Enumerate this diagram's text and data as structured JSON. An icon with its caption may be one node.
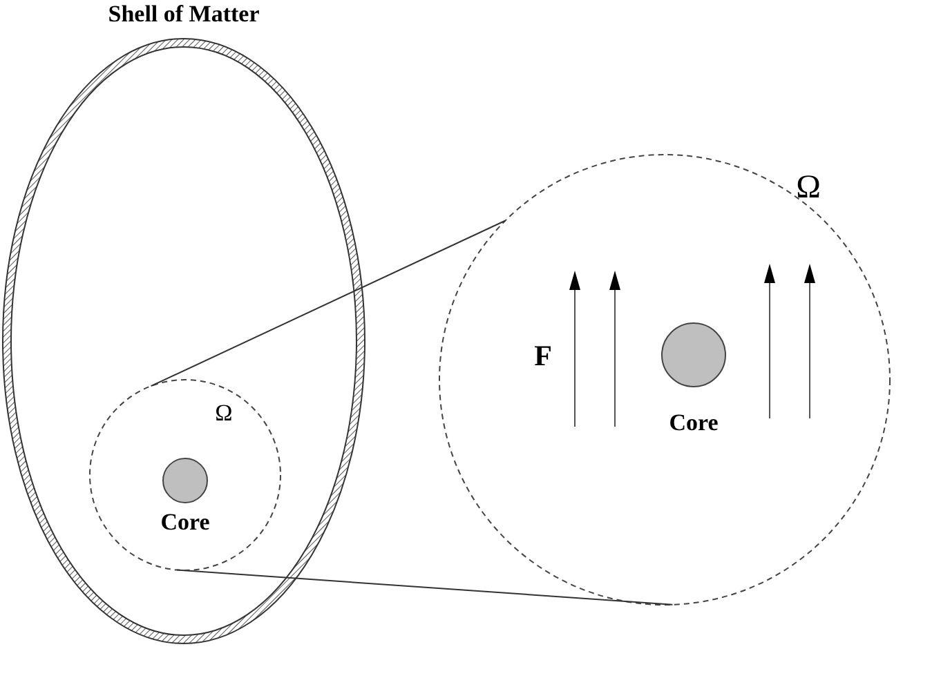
{
  "diagram": {
    "nodes": [
      {
        "text": [
          "Shell of Matter"
        ]
      },
      {
        "text": [
          "Ω"
        ],
        "in": 0
      },
      {
        "text": [
          "Core"
        ],
        "in": 1
      },
      {
        "text": [
          "Ω"
        ]
      },
      {
        "text": [
          "Core"
        ],
        "in": 3
      }
    ],
    "edges": [
      {
        "from": 1,
        "to": 3,
        "arrow": "none"
      },
      {
        "from": 1,
        "to": 3,
        "arrow": "none"
      }
    ],
    "labels": [
      "F"
    ]
  }
}
